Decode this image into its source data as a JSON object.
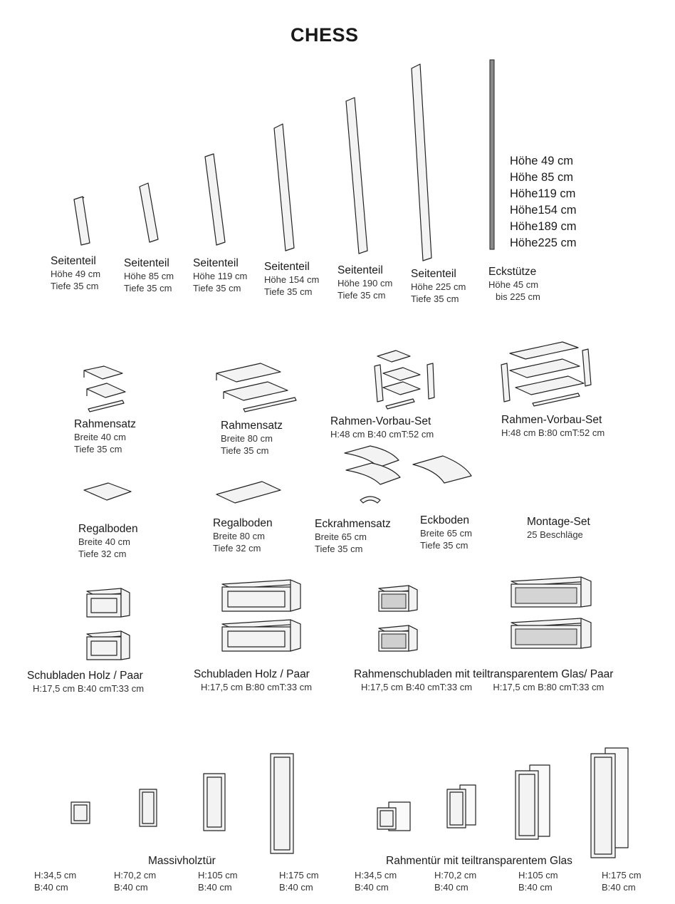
{
  "page": {
    "title": "CHESS"
  },
  "sections": {
    "side_panels": [
      {
        "name": "Seitenteil",
        "line1": "Höhe 49 cm",
        "line2": "Tiefe 35 cm"
      },
      {
        "name": "Seitenteil",
        "line1": "Höhe 85 cm",
        "line2": "Tiefe 35 cm"
      },
      {
        "name": "Seitenteil",
        "line1": "Höhe 119 cm",
        "line2": "Tiefe 35 cm"
      },
      {
        "name": "Seitenteil",
        "line1": "Höhe 154 cm",
        "line2": "Tiefe 35 cm"
      },
      {
        "name": "Seitenteil",
        "line1": "Höhe 190 cm",
        "line2": "Tiefe 35 cm"
      },
      {
        "name": "Seitenteil",
        "line1": "Höhe 225 cm",
        "line2": "Tiefe 35 cm"
      }
    ],
    "corner_post": {
      "name": "Eckstütze",
      "line1": "Höhe 45 cm",
      "line2": "bis 225 cm",
      "heights": [
        "Höhe  49 cm",
        "Höhe  85 cm",
        "Höhe119 cm",
        "Höhe154 cm",
        "Höhe189 cm",
        "Höhe225 cm"
      ]
    },
    "frame_sets": [
      {
        "name": "Rahmensatz",
        "line1": "Breite 40 cm",
        "line2": "Tiefe  35 cm"
      },
      {
        "name": "Rahmensatz",
        "line1": "Breite 80 cm",
        "line2": "Tiefe  35 cm"
      },
      {
        "name": "Rahmen-Vorbau-Set",
        "line1": "H:48 cm B:40 cmT:52 cm"
      },
      {
        "name": "Rahmen-Vorbau-Set",
        "line1": "H:48 cm B:80 cmT:52 cm"
      }
    ],
    "shelves": [
      {
        "name": "Regalboden",
        "line1": "Breite 40 cm",
        "line2": "Tiefe  32 cm"
      },
      {
        "name": "Regalboden",
        "line1": "Breite 80 cm",
        "line2": "Tiefe  32 cm"
      },
      {
        "name": "Eckrahmensatz",
        "line1": "Breite 65 cm",
        "line2": "Tiefe  35 cm"
      },
      {
        "name": "Eckboden",
        "line1": "Breite 65 cm",
        "line2": "Tiefe  35 cm"
      },
      {
        "name": "Montage-Set",
        "line1": "25  Beschläge"
      }
    ],
    "drawers": [
      {
        "name": "Schubladen  Holz / Paar",
        "line1": "H:17,5 cm B:40 cmT:33 cm"
      },
      {
        "name": "Schubladen  Holz / Paar",
        "line1": "H:17,5 cm B:80 cmT:33 cm"
      },
      {
        "name": "Rahmenschubladen  mit teiltransparentem Glas/ Paar",
        "line1": "H:17,5 cm B:40 cmT:33 cm",
        "line2": "H:17,5 cm B:80 cmT:33 cm"
      }
    ],
    "doors_wood": {
      "title": "Massivholztür",
      "sizes": [
        {
          "h": "H:34,5 cm",
          "b": "B:40 cm"
        },
        {
          "h": "H:70,2 cm",
          "b": "B:40 cm"
        },
        {
          "h": "H:105 cm",
          "b": "B:40 cm"
        },
        {
          "h": "H:175 cm",
          "b": "B:40 cm"
        }
      ]
    },
    "doors_glass": {
      "title": "Rahmentür  mit teiltransparentem Glas",
      "sizes": [
        {
          "h": "H:34,5 cm",
          "b": "B:40 cm"
        },
        {
          "h": "H:70,2 cm",
          "b": "B:40 cm"
        },
        {
          "h": "H:105 cm",
          "b": "B:40 cm"
        },
        {
          "h": "H:175 cm",
          "b": "B:40 cm"
        }
      ]
    }
  }
}
